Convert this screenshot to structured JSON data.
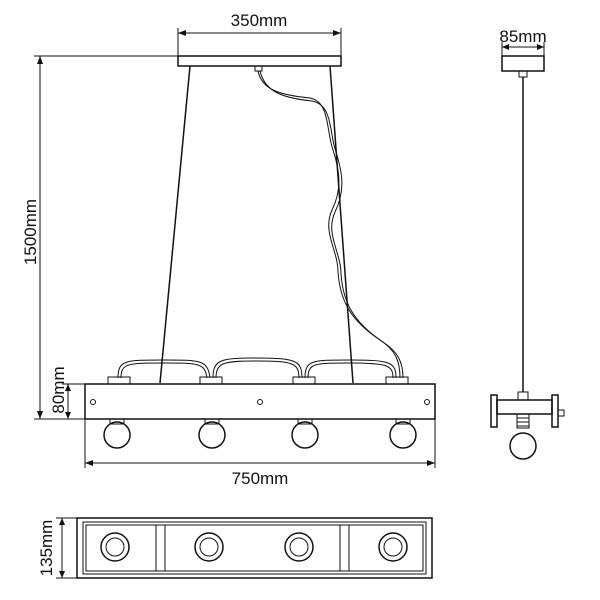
{
  "dimensions": {
    "canopy_width": "350mm",
    "side_canopy_width": "85mm",
    "total_height": "1500mm",
    "beam_height": "80mm",
    "beam_length": "750mm",
    "beam_depth": "135mm"
  },
  "colors": {
    "line": "#111111",
    "background": "#ffffff"
  }
}
